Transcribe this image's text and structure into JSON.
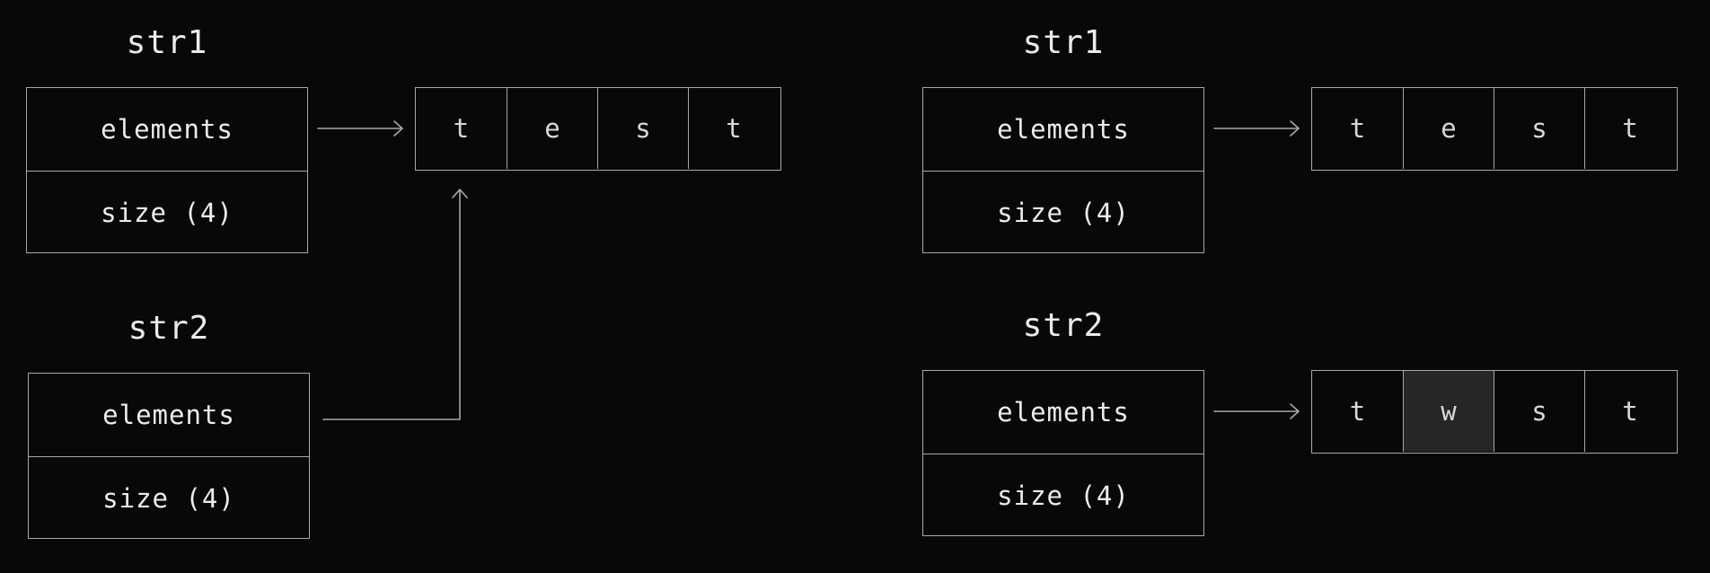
{
  "left": {
    "str1": {
      "name": "str1",
      "fields": [
        "elements",
        "size (4)"
      ]
    },
    "str2": {
      "name": "str2",
      "fields": [
        "elements",
        "size (4)"
      ]
    },
    "shared_array": [
      "t",
      "e",
      "s",
      "t"
    ]
  },
  "right": {
    "str1": {
      "name": "str1",
      "fields": [
        "elements",
        "size (4)"
      ],
      "array": [
        "t",
        "e",
        "s",
        "t"
      ]
    },
    "str2": {
      "name": "str2",
      "fields": [
        "elements",
        "size (4)"
      ],
      "array": [
        "t",
        "w",
        "s",
        "t"
      ],
      "highlighted_index": 1
    }
  },
  "colors": {
    "background": "#080808",
    "stroke": "#a8a8a8",
    "text": "#ececec",
    "highlight_cell": "#262626"
  }
}
